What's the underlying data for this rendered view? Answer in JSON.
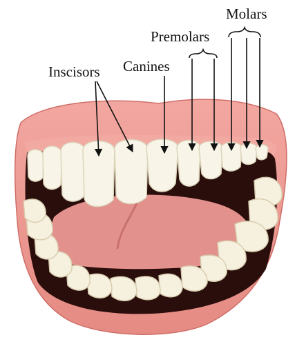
{
  "labels": {
    "incisors": "Inscisors",
    "canines": "Canines",
    "premolars": "Premolars",
    "molars": "Molars"
  },
  "colors": {
    "lip": "#EC9A92",
    "lip_edge": "#CF6E68",
    "mouth_dark": "#2A0E0C",
    "tongue": "#E2918C",
    "tooth": "#F8F5E8",
    "tooth_shadow": "#DCD4BB",
    "annotation": "#111111"
  }
}
